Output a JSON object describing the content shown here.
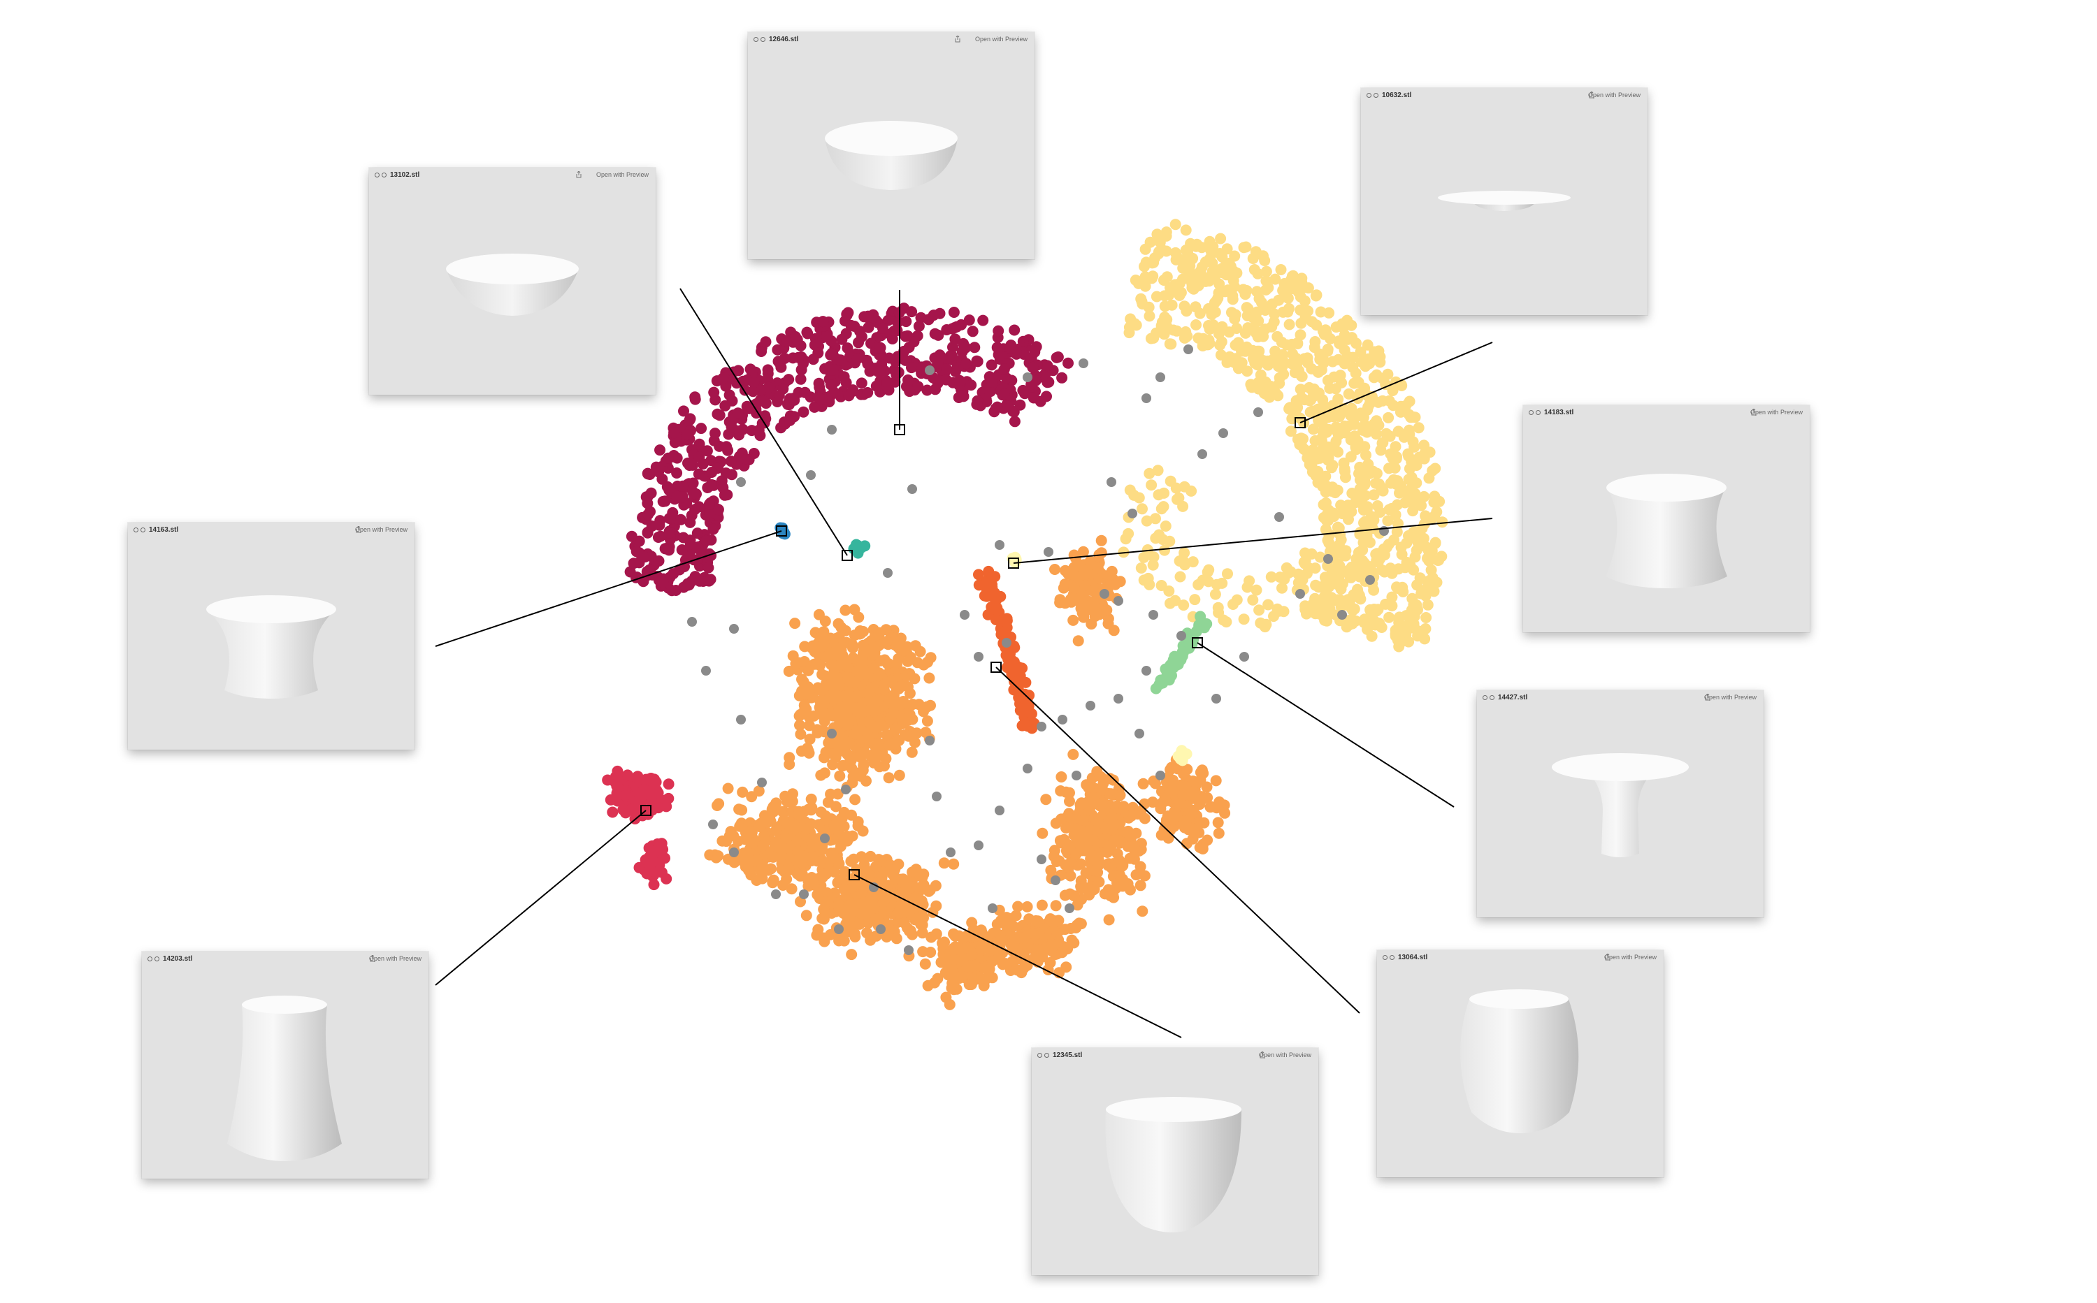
{
  "colors": {
    "background": "#ffffff",
    "window_bg": "#e2e2e2",
    "cluster_crimson": "#a5154b",
    "cluster_red": "#dc3252",
    "cluster_orange": "#f9a14e",
    "cluster_darkorange": "#f0642e",
    "cluster_yellow": "#fddc84",
    "cluster_lightyellow": "#fff7b0",
    "cluster_green": "#8fd596",
    "cluster_teal": "#36b59d",
    "cluster_blue": "#2c86c2",
    "noise_gray": "#8a8a8a",
    "connector_line": "#000000"
  },
  "previews": [
    {
      "id": "bowl-top",
      "filename": "12646.stl",
      "action": "Open with Preview",
      "share_icon": "share-icon",
      "shape": "bowl-icon"
    },
    {
      "id": "bowl-left",
      "filename": "13102.stl",
      "action": "Open with Preview",
      "share_icon": "share-icon",
      "shape": "bowl-icon"
    },
    {
      "id": "plate",
      "filename": "10632.stl",
      "action": "Open with Preview",
      "share_icon": "share-icon",
      "shape": "plate-icon"
    },
    {
      "id": "hourglass-right",
      "filename": "14183.stl",
      "action": "Open with Preview",
      "share_icon": "share-icon",
      "shape": "hourglass-vase-icon"
    },
    {
      "id": "hourglass-left",
      "filename": "14163.stl",
      "action": "Open with Preview",
      "share_icon": "share-icon",
      "shape": "hourglass-vase-icon"
    },
    {
      "id": "pedestal",
      "filename": "14427.stl",
      "action": "Open with Preview",
      "share_icon": "share-icon",
      "shape": "pedestal-icon"
    },
    {
      "id": "tower",
      "filename": "14203.stl",
      "action": "Open with Preview",
      "share_icon": "share-icon",
      "shape": "cooling-tower-icon"
    },
    {
      "id": "barrel",
      "filename": "13064.stl",
      "action": "Open with Preview",
      "share_icon": "share-icon",
      "shape": "barrel-vase-icon"
    },
    {
      "id": "cup",
      "filename": "12345.stl",
      "action": "Open with Preview",
      "share_icon": "share-icon",
      "shape": "cup-icon"
    }
  ]
}
